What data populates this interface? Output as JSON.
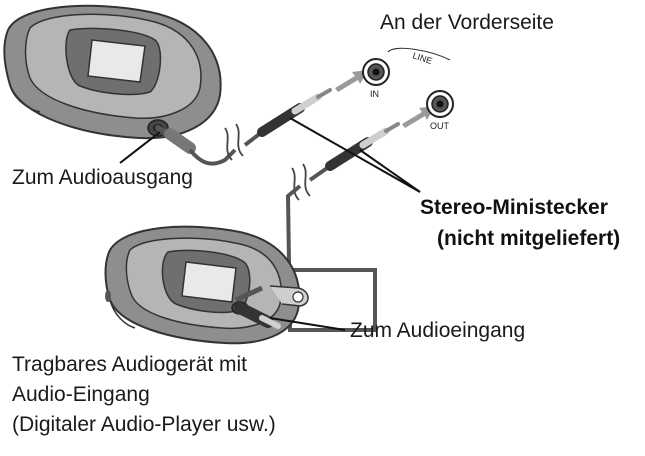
{
  "labels": {
    "front_side": "An der Vorderseite",
    "line": "LINE",
    "jack_in": "IN",
    "jack_out": "OUT",
    "to_audio_output": "Zum Audioausgang",
    "stereo_mini_plug_line1": "Stereo-Ministecker",
    "stereo_mini_plug_line2": "(nicht mitgeliefert)",
    "to_audio_input": "Zum Audioeingang",
    "portable_device_line1": "Tragbares Audiogerät mit",
    "portable_device_line2": "Audio-Eingang",
    "portable_device_line3": "(Digitaler Audio-Player usw.)"
  },
  "colors": {
    "device_body": "#8e8e8e",
    "device_rim": "#b5b5b5",
    "screen": "#e9e9e9",
    "cable": "#555555",
    "arrow": "#9a9a9a",
    "text": "#1a1a1a"
  }
}
